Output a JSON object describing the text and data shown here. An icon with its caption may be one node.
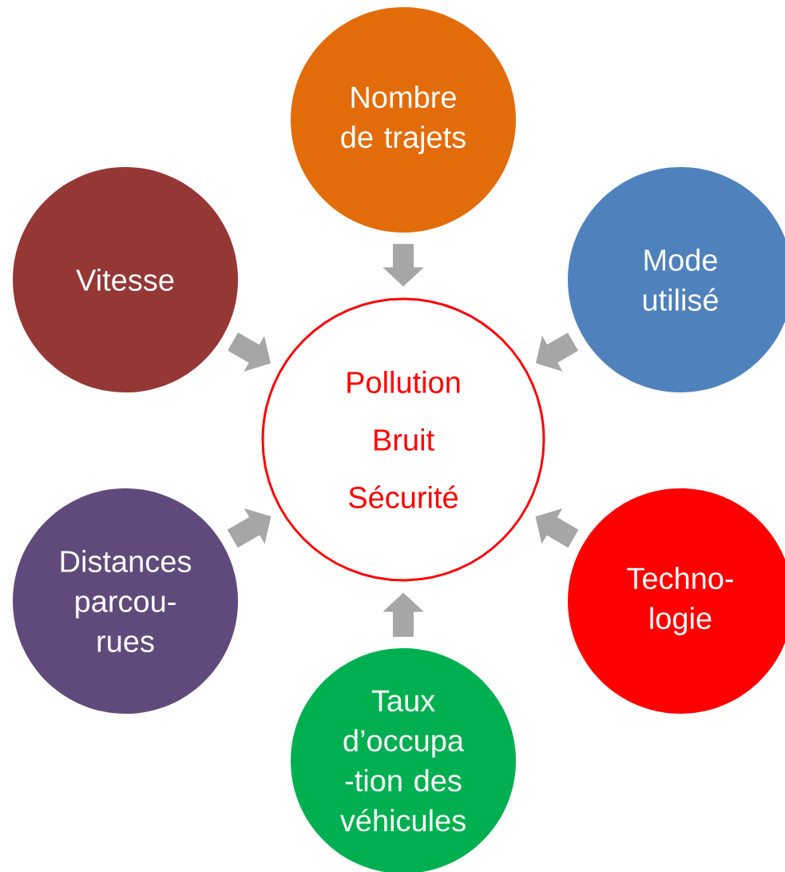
{
  "diagram": {
    "nodes": [
      {
        "text": [
          "Nombre de trajets"
        ]
      },
      {
        "text": [
          "Vitesse"
        ]
      },
      {
        "text": [
          "Mode utilisé"
        ]
      },
      {
        "text": [
          "Pollution",
          "Bruit",
          "Sécurité"
        ]
      },
      {
        "text": [
          "Distances parcou- rues"
        ]
      },
      {
        "text": [
          "Techno- logie"
        ]
      },
      {
        "text": [
          "Taux d’occupa -tion des véhicules"
        ]
      }
    ],
    "edges": [
      {
        "from": 0,
        "to": 3,
        "arrow": "to"
      },
      {
        "from": 1,
        "to": 3,
        "arrow": "to"
      },
      {
        "from": 2,
        "to": 3,
        "arrow": "to"
      },
      {
        "from": 4,
        "to": 3,
        "arrow": "to"
      },
      {
        "from": 5,
        "to": 3,
        "arrow": "to"
      },
      {
        "from": 6,
        "to": 3,
        "arrow": "to"
      }
    ]
  }
}
